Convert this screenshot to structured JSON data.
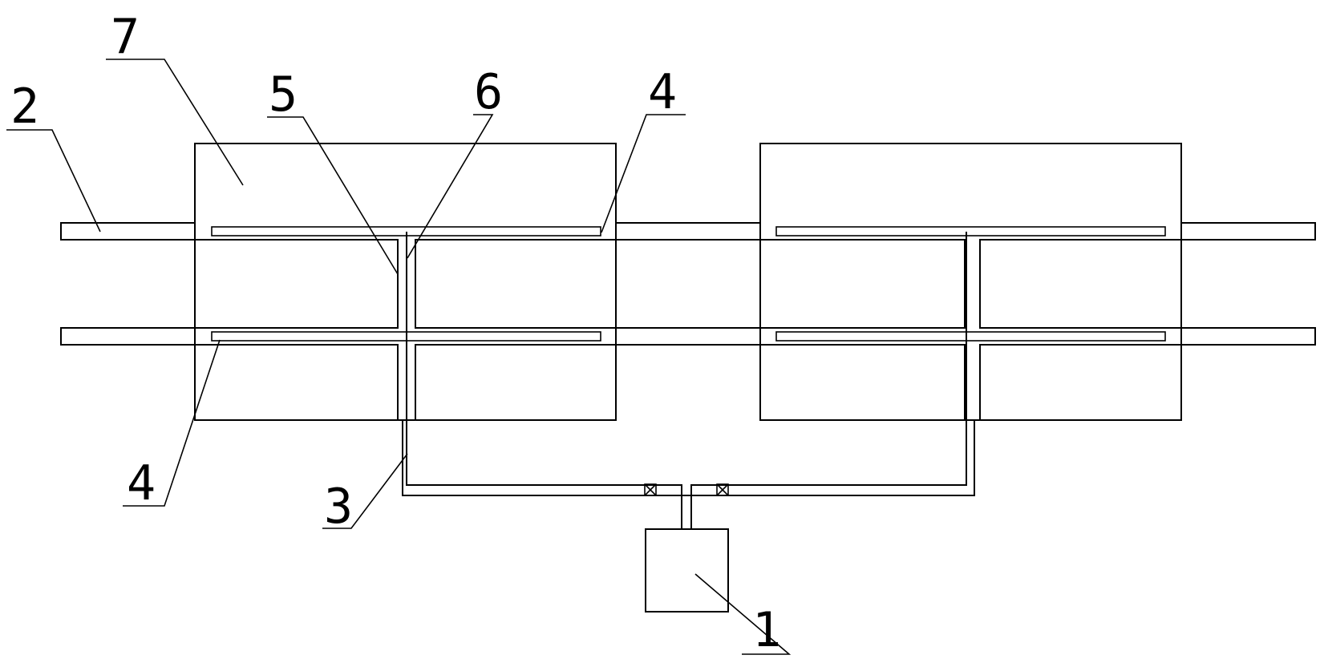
{
  "labels": {
    "one": "1",
    "two": "2",
    "three": "3",
    "four_top": "4",
    "four_bottom": "4",
    "five": "5",
    "six": "6",
    "seven": "7"
  },
  "colors": {
    "line": "#000000",
    "background": "#ffffff"
  }
}
